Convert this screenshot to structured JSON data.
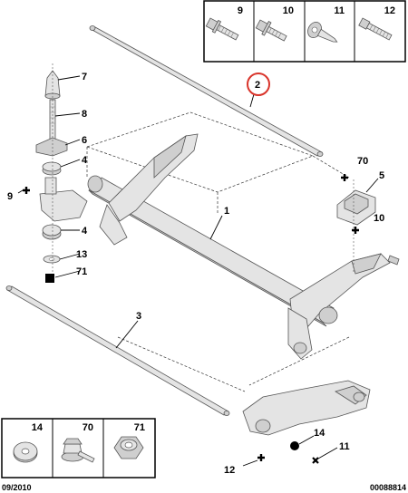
{
  "top_boxes": [
    "9",
    "10",
    "11",
    "12"
  ],
  "bottom_boxes": [
    "14",
    "70",
    "71"
  ],
  "callouts": {
    "c1": "1",
    "c2": "2",
    "c3": "3",
    "c4a": "4",
    "c4b": "4",
    "c5": "5",
    "c6": "6",
    "c7": "7",
    "c8": "8",
    "c9": "9",
    "c10": "10",
    "c11": "11",
    "c12": "12",
    "c13": "13",
    "c14": "14",
    "c70": "70",
    "c71": "71"
  },
  "footer": {
    "date": "09/2010",
    "ref": "00088814"
  }
}
